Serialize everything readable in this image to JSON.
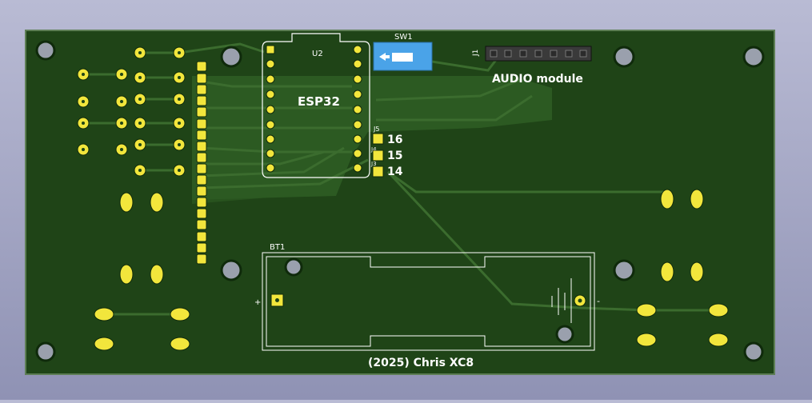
{
  "board": {
    "colors": {
      "substrate": "#1f4417",
      "copper_fill": "#2c5a22",
      "trace": "#3a6b2e",
      "pad": "#f2e63c",
      "hole": "#9aa0ad",
      "silk": "#ffffff",
      "switch_blue": "#4aa3e8",
      "header_dark": "#3a3a3a"
    }
  },
  "labels": {
    "u2_ref": "U2",
    "u2_value": "ESP32",
    "sw1_ref": "SW1",
    "j1_ref": "J1",
    "audio": "AUDIO module",
    "j5_ref": "J5",
    "j4_ref": "J4",
    "j3_ref": "J3",
    "pin16": "16",
    "pin15": "15",
    "pin14": "14",
    "bt1_ref": "BT1",
    "plus": "+",
    "minus": "-",
    "footer": "(2025) Chris XC8"
  },
  "icons": {
    "switch_arrow": "arrow-left-icon"
  }
}
